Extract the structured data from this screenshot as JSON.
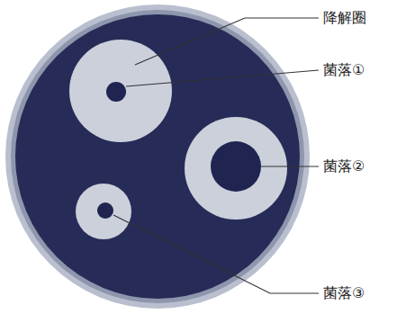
{
  "diagram": {
    "labels": [
      "降解圈",
      "菌落①",
      "菌落②",
      "菌落③"
    ]
  }
}
